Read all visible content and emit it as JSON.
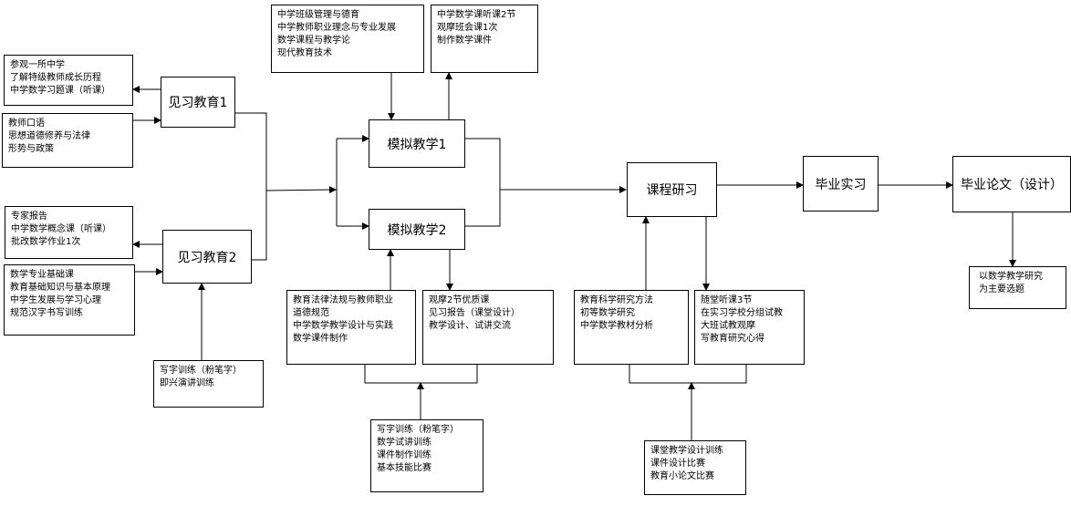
{
  "nodes": {
    "jianxi1": "见习教育1",
    "jianxi2": "见习教育2",
    "moni1": "模拟教学1",
    "moni2": "模拟教学2",
    "kecheng": "课程研习",
    "biye_shixi": "毕业实习",
    "biye_lunwen": "毕业论文（设计）"
  },
  "notes": {
    "jx1_out": [
      "参观一所中学",
      "了解特级教师成长历程",
      "中学数学习题课（听课）"
    ],
    "jx1_in": [
      "教师口语",
      "思想道德修养与法律",
      "形势与政策"
    ],
    "jx2_out": [
      "专家报告",
      "中学数学概念课（听课）",
      "批改数学作业1次"
    ],
    "jx2_in": [
      "数学专业基础课",
      "教育基础知识与基本原理",
      "中学生发展与学习心理",
      "规范汉字书写训练"
    ],
    "jx2_skill": [
      "写字训练（粉笔字）",
      "即兴演讲训练"
    ],
    "m1_in": [
      "中学班级管理与德育",
      "中学教师职业理念与专业发展",
      "数学课程与教学论",
      "现代教育技术"
    ],
    "m1_out": [
      "中学数学课听课2节",
      "观摩班会课1次",
      "制作数学课件"
    ],
    "m2_in": [
      "教育法律法规与教师职业",
      "道德规范",
      "中学数学教学设计与实践",
      "数学课件制作"
    ],
    "m2_out": [
      "观摩2节优质课",
      "见习报告（课堂设计）",
      "教学设计、试讲交流"
    ],
    "m_skill": [
      "写字训练（粉笔字）",
      "数学试讲训练",
      "课件制作训练",
      "基本技能比赛"
    ],
    "kc_in": [
      "教育科学研究方法",
      "初等数学研究",
      "中学数学教材分析"
    ],
    "kc_out": [
      "随堂听课3节",
      "在实习学校分组试教",
      "大班试教观摩",
      "写教育研究心得"
    ],
    "kc_skill": [
      "课堂教学设计训练",
      "课件设计比赛",
      "教育小论文比赛"
    ],
    "lw_out": [
      "以数学教学研究",
      "为主要选题"
    ]
  }
}
